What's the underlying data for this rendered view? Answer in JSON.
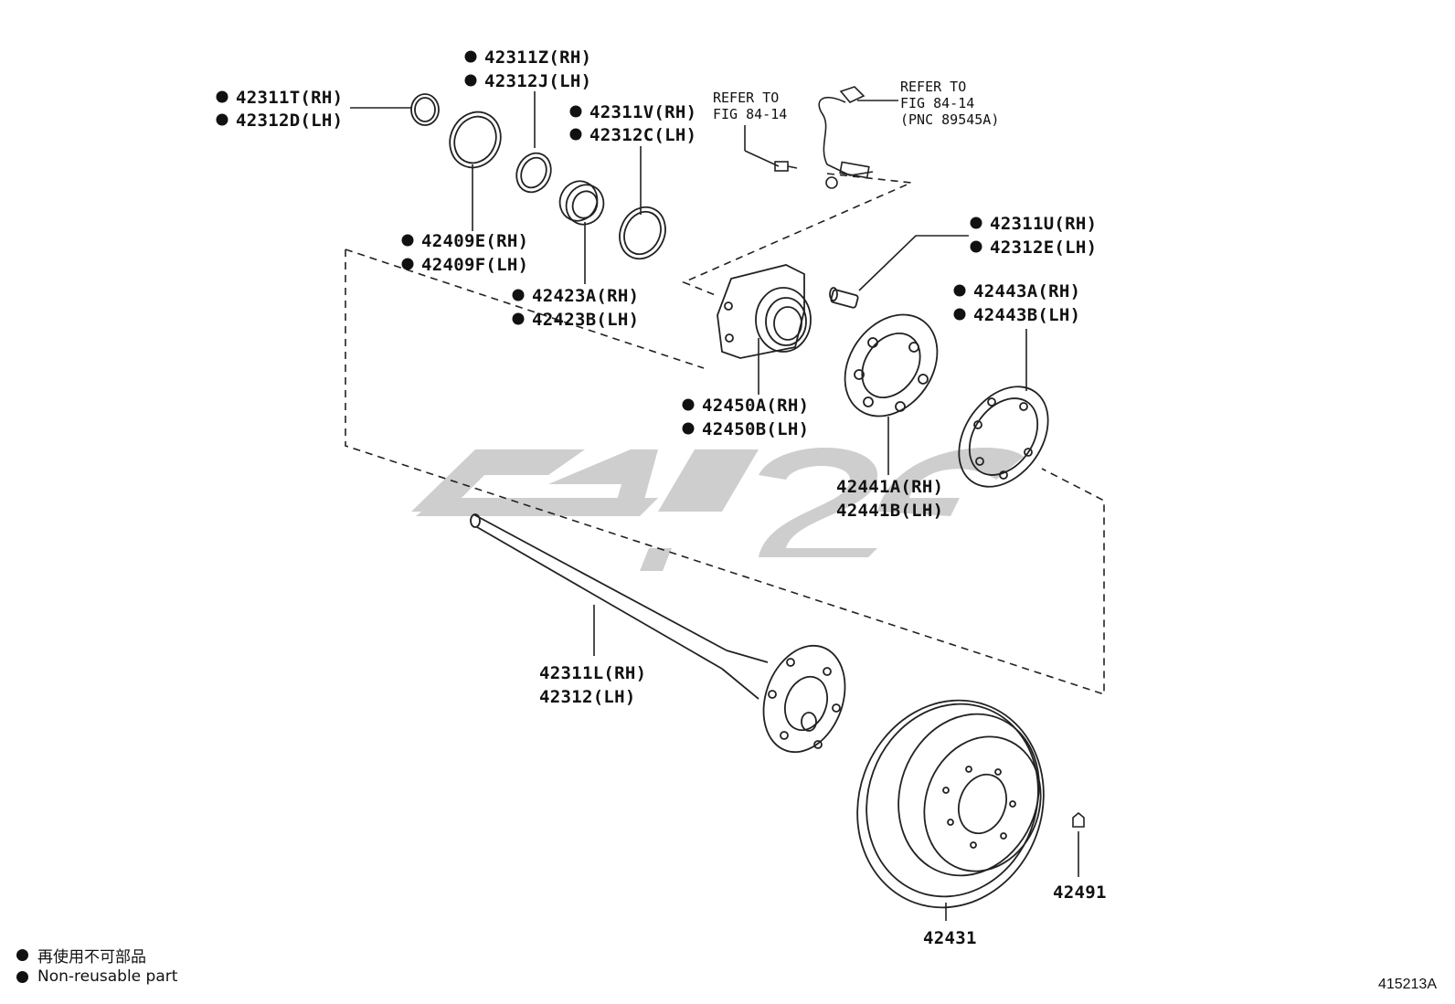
{
  "labels": {
    "p42311T": "42311T(RH)",
    "p42312D": "42312D(LH)",
    "p42311Z": "42311Z(RH)",
    "p42312J": "42312J(LH)",
    "p42311V": "42311V(RH)",
    "p42312C": "42312C(LH)",
    "p42409E": "42409E(RH)",
    "p42409F": "42409F(LH)",
    "p42423A": "42423A(RH)",
    "p42423B": "42423B(LH)",
    "p42311U": "42311U(RH)",
    "p42312E": "42312E(LH)",
    "p42443A": "42443A(RH)",
    "p42443B": "42443B(LH)",
    "p42450A": "42450A(RH)",
    "p42450B": "42450B(LH)",
    "p42441A": "42441A(RH)",
    "p42441B": "42441B(LH)",
    "p42311L": "42311L(RH)",
    "p42312": "42312(LH)",
    "p42431": "42431",
    "p42491": "42491"
  },
  "refs": {
    "left_line1": "REFER TO",
    "left_line2": "FIG 84-14",
    "right_line1": "REFER TO",
    "right_line2": "FIG 84-14",
    "right_line3": "(PNC 89545A)"
  },
  "legend": {
    "line1": "再使用不可部品",
    "line2": "Non-reusable part"
  },
  "figure_id": "415213A"
}
